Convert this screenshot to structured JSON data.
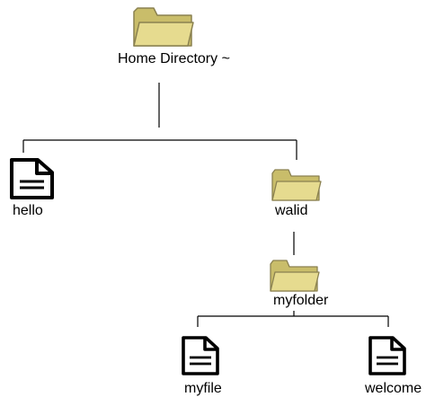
{
  "tree": {
    "root": {
      "label": "Home Directory ~",
      "icon": "folder-icon"
    },
    "hello": {
      "label": "hello",
      "icon": "file-icon"
    },
    "walid": {
      "label": "walid",
      "icon": "folder-icon"
    },
    "myfolder": {
      "label": "myfolder",
      "icon": "folder-icon"
    },
    "myfile": {
      "label": "myfile",
      "icon": "file-icon"
    },
    "welcome": {
      "label": "welcome",
      "icon": "file-icon"
    }
  },
  "colors": {
    "folder_fill": "#e6db8f",
    "folder_back": "#c9bd6a",
    "folder_stroke": "#8a8150",
    "file_stroke": "#000000",
    "file_fill": "#ffffff",
    "line": "#000000"
  }
}
